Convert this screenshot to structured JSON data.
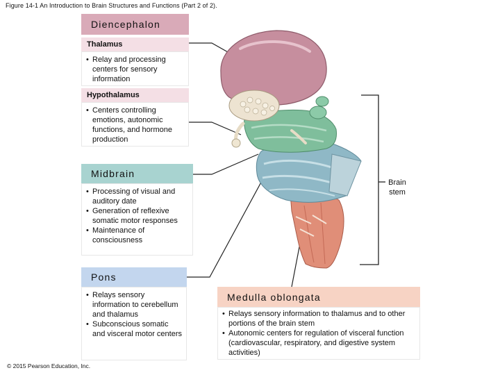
{
  "caption": "Figure 14-1 An Introduction to Brain Structures and Functions (Part 2 of 2).",
  "copyright": "© 2015 Pearson Education, Inc.",
  "diencephalon": {
    "title": "Diencephalon",
    "color": "#d9aab8",
    "thalamus": {
      "title": "Thalamus",
      "bullets": [
        "Relay and processing centers for sensory information"
      ]
    },
    "hypothalamus": {
      "title": "Hypothalamus",
      "bullets": [
        "Centers controlling emotions, autonomic functions, and hormone production"
      ]
    }
  },
  "midbrain": {
    "title": "Midbrain",
    "color": "#a8d3d0",
    "bullets": [
      "Processing of visual and auditory date",
      "Generation of reflexive somatic motor responses",
      "Maintenance of consciousness"
    ]
  },
  "pons": {
    "title": "Pons",
    "color": "#c3d6ee",
    "bullets": [
      "Relays sensory information to cerebellum and thalamus",
      "Subconscious somatic and visceral motor centers"
    ]
  },
  "medulla": {
    "title": "Medulla oblongata",
    "color": "#f7d3c4",
    "bullets": [
      "Relays sensory information to thalamus and to other portions of the brain stem",
      "Autonomic centers for regulation of visceral function (cardiovascular, respiratory, and digestive system activities)"
    ]
  },
  "brain_stem_label": "Brain stem"
}
